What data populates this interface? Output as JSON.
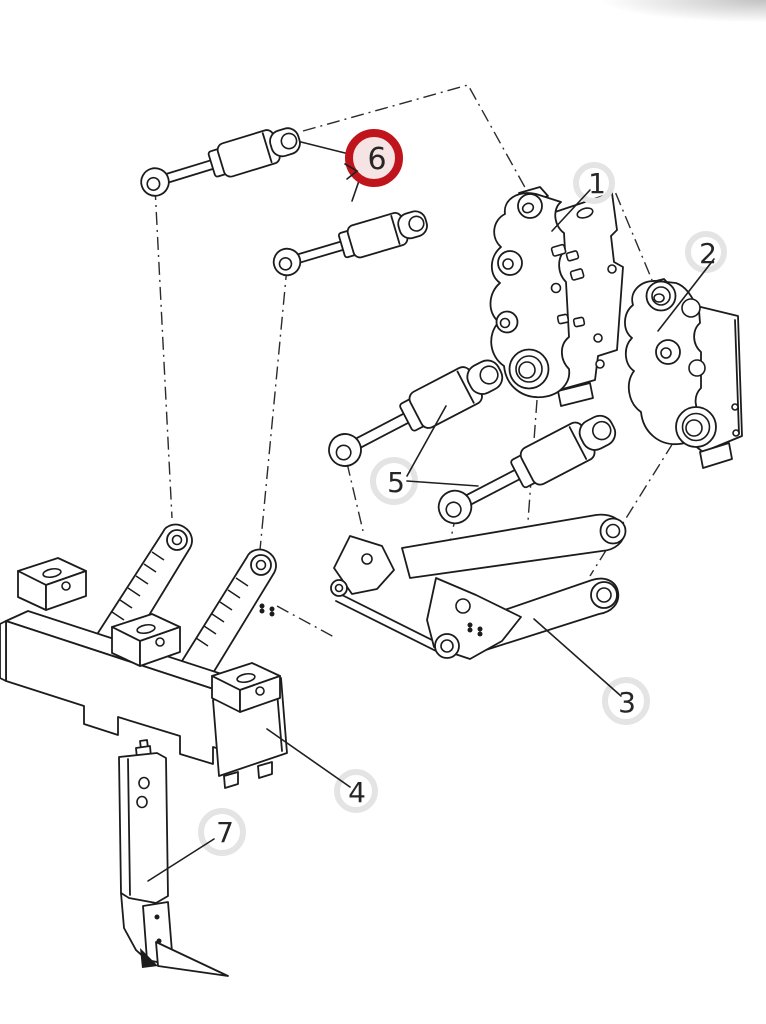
{
  "canvas": {
    "background": "#ffffff",
    "line_color": "#1c1c1c"
  },
  "corner_artifact": {
    "color": "#b7b7b7"
  },
  "callout_style": {
    "ring_color": "#e4e4e4",
    "number_color": "#262626",
    "highlight_ring_color": "#c0141c",
    "highlight_fill_color": "#f6e3e3"
  },
  "callouts": [
    {
      "label": "1",
      "highlighted": false
    },
    {
      "label": "2",
      "highlighted": false
    },
    {
      "label": "3",
      "highlighted": false
    },
    {
      "label": "4",
      "highlighted": false
    },
    {
      "label": "5",
      "highlighted": false
    },
    {
      "label": "6",
      "highlighted": true
    },
    {
      "label": "7",
      "highlighted": false
    }
  ]
}
